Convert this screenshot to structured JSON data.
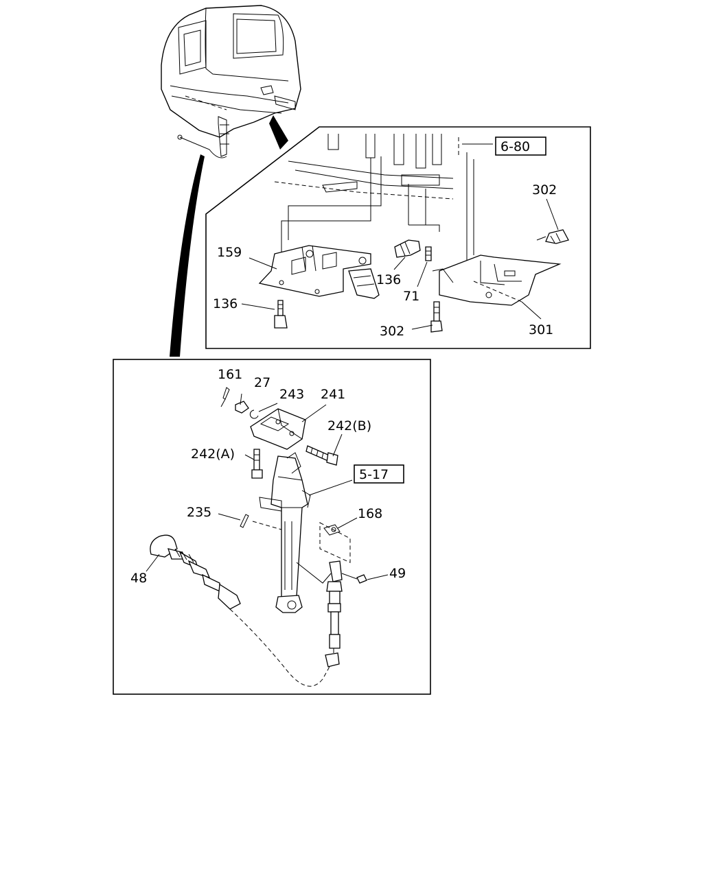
{
  "labels": {
    "ref_6_80": "6-80",
    "ref_5_17": "5-17",
    "p302_top": "302",
    "p159": "159",
    "p136_mid": "136",
    "p71": "71",
    "p136_left": "136",
    "p302_bottom": "302",
    "p301": "301",
    "p161": "161",
    "p27": "27",
    "p243": "243",
    "p241": "241",
    "p242b": "242(B)",
    "p242a": "242(A)",
    "p235": "235",
    "p168": "168",
    "p48": "48",
    "p49": "49"
  }
}
